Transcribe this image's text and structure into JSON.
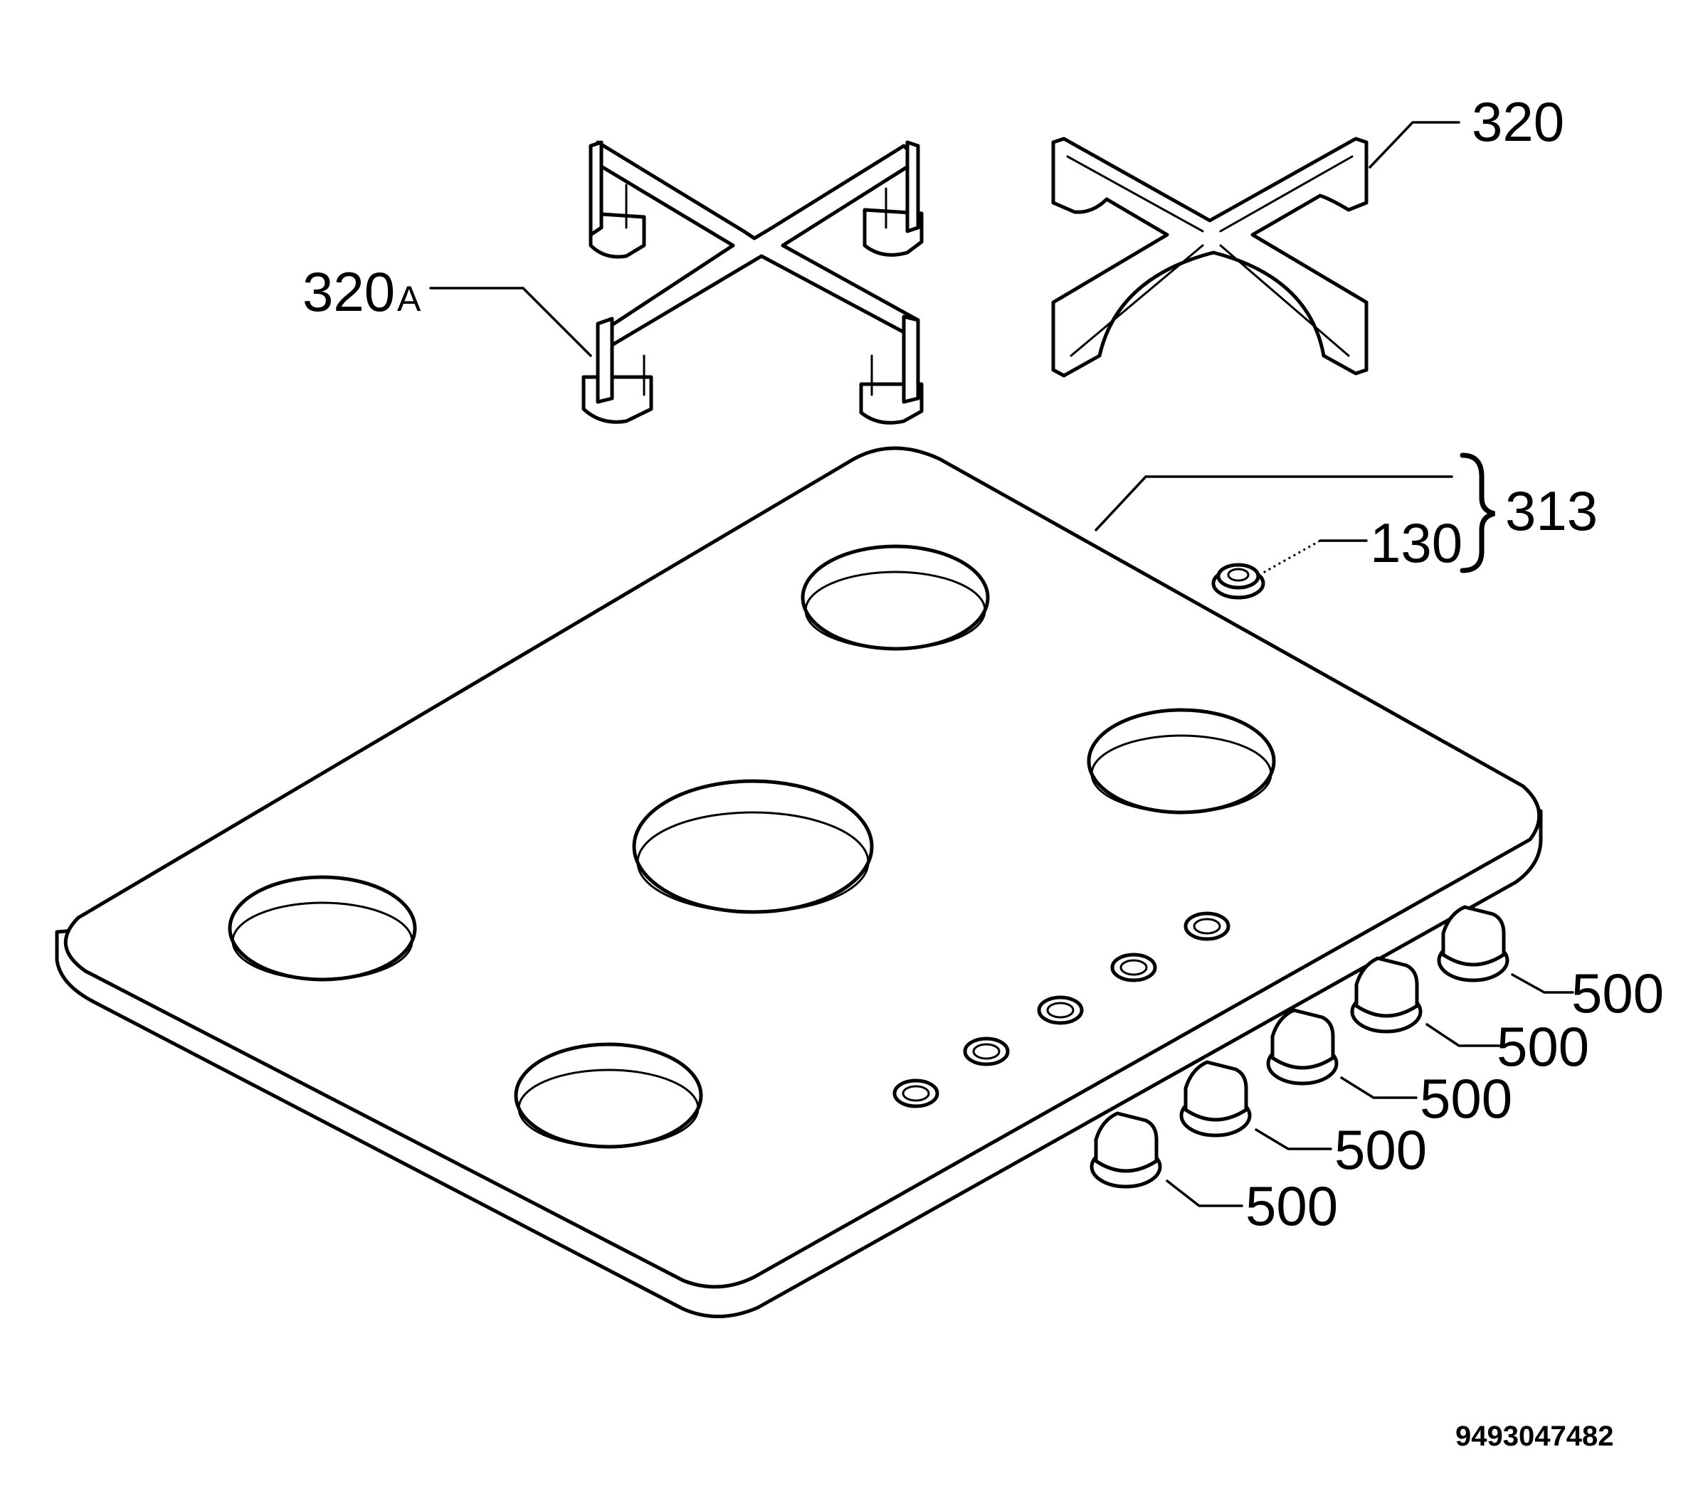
{
  "labels": {
    "grid_left_main": "320",
    "grid_left_suffix": "A",
    "grid_right": "320",
    "hob_group": "313",
    "injector": "130",
    "knob_1": "500",
    "knob_2": "500",
    "knob_3": "500",
    "knob_4": "500",
    "knob_5": "500"
  },
  "document_number": "9493047482"
}
